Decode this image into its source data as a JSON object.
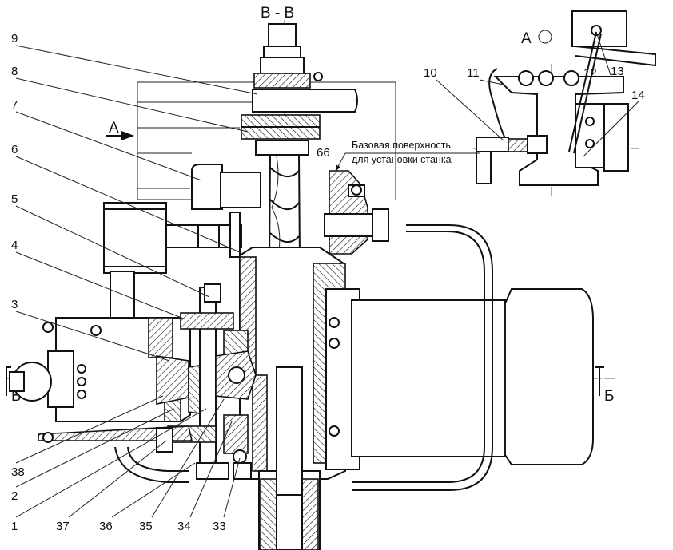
{
  "section_title": "В - В",
  "view_label": "А",
  "cut_labels": [
    "Б",
    "Б"
  ],
  "note": {
    "line1": "Базовая поверхность",
    "line2": "для установки станка"
  },
  "dimension": "66",
  "callouts": {
    "n1": "1",
    "n2": "2",
    "n3": "3",
    "n4": "4",
    "n5": "5",
    "n6": "6",
    "n7": "7",
    "n8": "8",
    "n9": "9",
    "n10": "10",
    "n11": "11",
    "n12": "12",
    "n13": "13",
    "n14": "14",
    "n33": "33",
    "n34": "34",
    "n35": "35",
    "n36": "36",
    "n37": "37",
    "n38": "38"
  }
}
